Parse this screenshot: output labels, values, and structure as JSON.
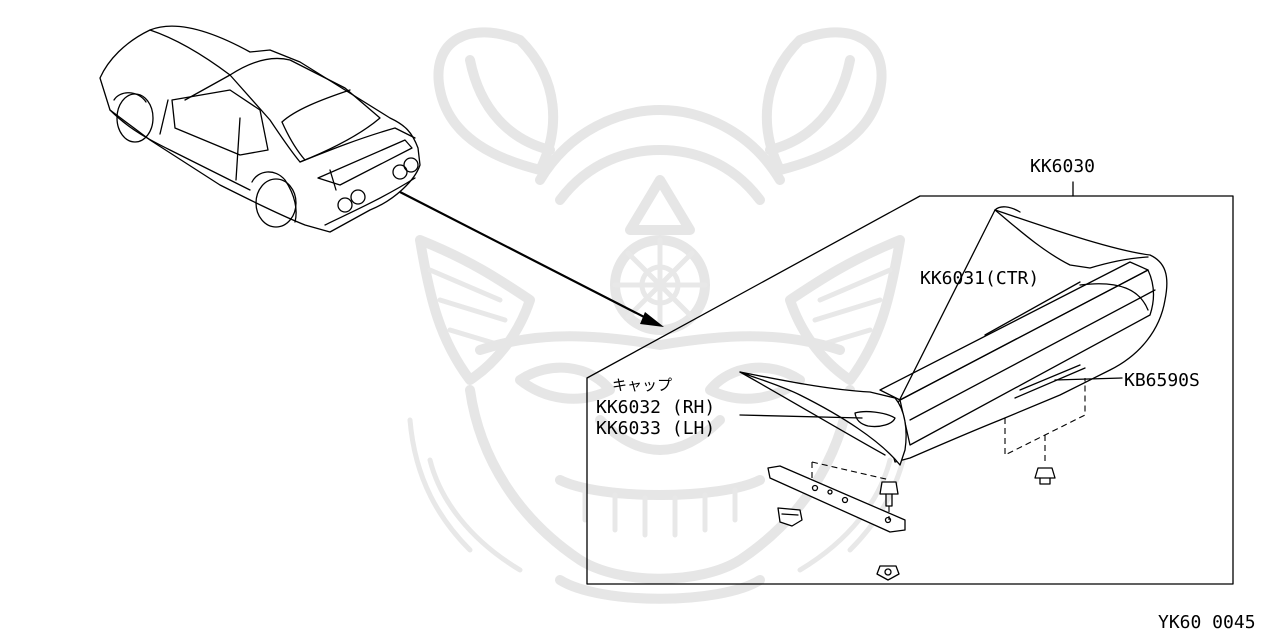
{
  "diagram": {
    "kit_part": "KK6030",
    "spoiler_center": "KK6031(CTR)",
    "cap_label": "キャップ",
    "cap_rh": "KK6032 (RH)",
    "cap_lh": "KK6033 (LH)",
    "bracket_part": "KB6590S",
    "figure_code": "YK60 0045"
  },
  "colors": {
    "ink": "#000000",
    "watermark": "#e6e6e6",
    "background": "#ffffff"
  },
  "icons": {
    "watermark": "samurai-helmet-logo",
    "pointer": "arrow-icon"
  }
}
